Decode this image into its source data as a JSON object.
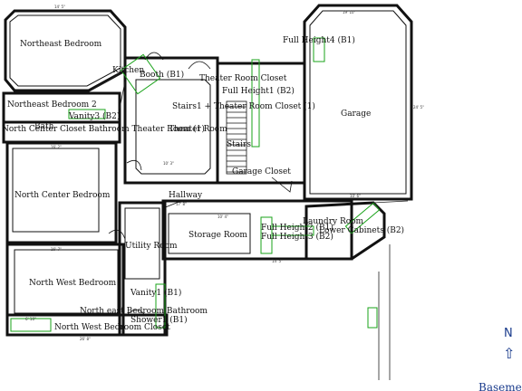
{
  "plan": {
    "rooms": {
      "northeast_bedroom": "Northeast Bedroom",
      "booth": "Booth (B1)",
      "theater_room_closet": "Theater Room Closet",
      "full_height1": "Full Height1 (B2)",
      "stairs": "Stairs1 + Theater Room Closet  (1)",
      "full_height4": "Full Height4 (B1)",
      "garage": "Garage",
      "northeast_bedroom_2": "Northeast Bedroom 2",
      "vanity3": "Vanity3 (B2)",
      "bathroom_closet": "Bath",
      "center_closet": "North Center Closet Bathroom Theater Room (1)",
      "theater_room": "Theater Room",
      "stairs2": "Stairs",
      "garage_closet": "Garage Closet",
      "north_center_bedroom": "North Center Bedroom",
      "hallway": "Hallway",
      "full_height2": "Full Height2 (B1)",
      "laundry_room": "Laundry Room",
      "lower_cabinets": "Lower Cabinets (B2)",
      "storage_room": "Storage Room",
      "full_height3": "Full Height3 (B2)",
      "utility_room": "Utility Room",
      "north_west_bedroom": "North West Bedroom",
      "vanity1": "Vanity1 (B1)",
      "northeast_bedroom_bathroom": "North east Bedroom Bathroom",
      "shower": "Shower1 (B1)",
      "north_west_bedroom_closet": "North West Bedroom Closet",
      "kitchen_fragment": "Kitchen"
    },
    "dims": {
      "top_left": "14' 5\"",
      "top_garage": "19' 10\"",
      "garage_side": "24' 5\"",
      "theater": "10' 3\"",
      "north_center": "16' 2\"",
      "north_west": "16' 7\"",
      "bottom": "26' 8\"",
      "storage": "10' 4\"",
      "storage_bottom": "14' 5\"",
      "closet": "6' 10\"",
      "hall": "17' 8\"",
      "garage_bottom": "10' 6\""
    },
    "compass": {
      "letter": "N",
      "arrow": "⇧"
    },
    "footer_label": "Basement"
  }
}
